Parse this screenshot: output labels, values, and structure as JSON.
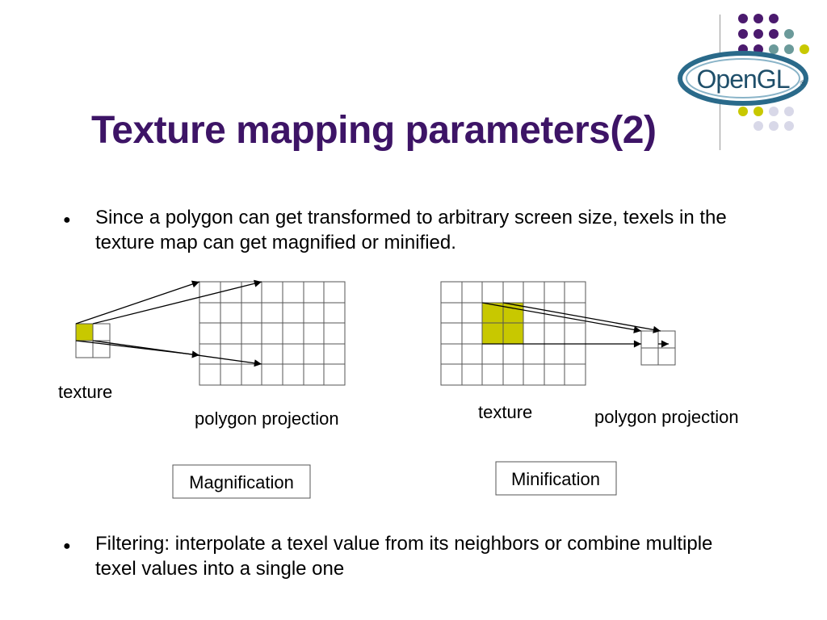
{
  "slide": {
    "title": "Texture mapping parameters(2)",
    "bullets": [
      "Since a polygon can get transformed to arbitrary screen size, texels in the texture map can get magnified or minified.",
      "Filtering: interpolate a texel value from its neighbors or combine multiple texel values into a single one"
    ]
  },
  "logo": {
    "text": "OpenGL",
    "mark": "®"
  },
  "diagram": {
    "magnification": {
      "texture_label": "texture",
      "projection_label": "polygon projection",
      "caption": "Magnification"
    },
    "minification": {
      "texture_label": "texture",
      "projection_label": "polygon projection",
      "caption": "Minification"
    }
  },
  "colors": {
    "title": "#3d1466",
    "highlight": "#c8c800",
    "dot_purple": "#4b1a6e",
    "dot_teal": "#6b9a9a",
    "dot_yellow": "#c8c800",
    "dot_lavender": "#d8d8e8"
  }
}
